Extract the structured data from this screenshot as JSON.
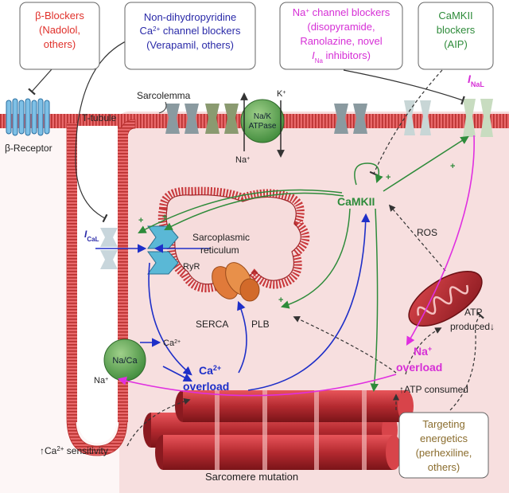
{
  "boxes": {
    "beta_blockers": {
      "line1": "β-Blockers",
      "line2": "(Nadolol,",
      "line3": "others)",
      "color": "#e0302a"
    },
    "ndhp_blockers": {
      "line1": "Non-dihydropyridine",
      "line2_pre": "Ca",
      "line2_sup": "2+",
      "line2_post": " channel blockers",
      "line3": "(Verapamil, others)",
      "color": "#2a2aa8"
    },
    "na_blockers": {
      "line1_pre": "Na",
      "line1_sup": "+",
      "line1_post": " channel blockers",
      "line2": "(disopyramide,",
      "line3": "Ranolazine, novel",
      "line4_i": "I",
      "line4_sub": "Na",
      "line4_post": " inhibitors)",
      "color": "#d62fd6"
    },
    "camkii_blockers": {
      "line1": "CaMKII",
      "line2": "blockers",
      "line3": "(AIP)",
      "color": "#2e8b3a"
    },
    "targeting_energetics": {
      "line1": "Targeting",
      "line2": "energetics",
      "line3": "(perhexiline,",
      "line4": "others)",
      "color": "#8b6d2e"
    }
  },
  "labels": {
    "sarcolemma": "Sarcolemma",
    "t_tubule": "T-tubule",
    "beta_receptor": "β-Receptor",
    "k_ion": {
      "base": "K",
      "sup": "+"
    },
    "na_ion_top": {
      "base": "Na",
      "sup": "+"
    },
    "na_k_atpase": {
      "line1": "Na/K",
      "line2": "ATPase"
    },
    "i_cal": {
      "i": "I",
      "sub": "CaL"
    },
    "i_nal": {
      "i": "I",
      "sub": "NaL"
    },
    "sarcoplasmic_reticulum": {
      "line1": "Sarcoplasmic",
      "line2": "reticulum"
    },
    "ryr": "RyR",
    "serca": "SERCA",
    "plb": "PLB",
    "camkii": "CaMKII",
    "ros": "ROS",
    "atp_produced": {
      "line1": "ATP",
      "line2": "produced↓"
    },
    "atp_consumed": "↑ATP consumed",
    "na_ca": "Na/Ca",
    "ca_ion": {
      "base": "Ca",
      "sup": "2+"
    },
    "na_ion_left": {
      "base": "Na",
      "sup": "+"
    },
    "ca_overload": {
      "base": "Ca",
      "sup": "2+",
      "line2": "overload"
    },
    "na_overload": {
      "base": "Na",
      "sup": "+",
      "line2": "overload"
    },
    "ca_sensitivity": {
      "pre": "↑Ca",
      "sup": "2+",
      "post": " sensitivity"
    },
    "sarcomere_mutation": "Sarcomere mutation"
  },
  "colors": {
    "green_arrow": "#2e8b3a",
    "blue_arrow": "#1e2fc8",
    "magenta_arrow": "#e02fe0",
    "cell_fill": "#f6dcdc",
    "membrane": "#d9484a",
    "membrane_dark": "#a82a2c"
  },
  "signs": {
    "plus": "+"
  }
}
